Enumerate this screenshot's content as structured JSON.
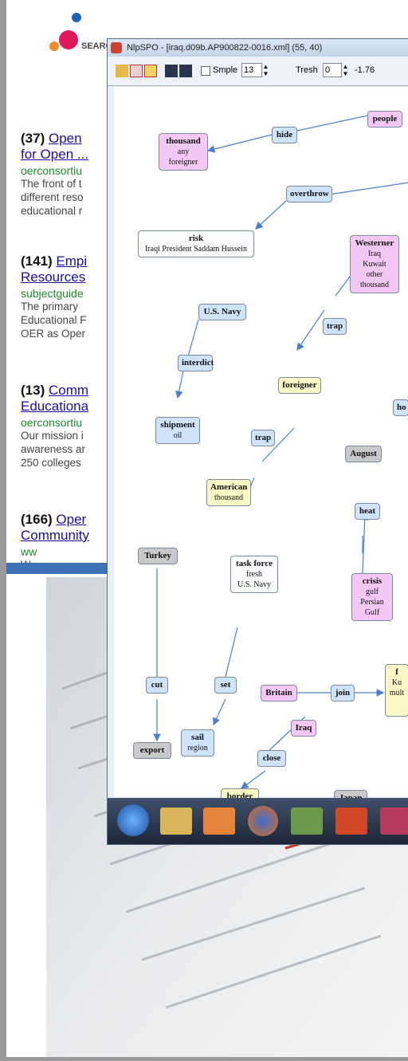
{
  "background_page": {
    "logo_text": "SEARC",
    "results": [
      {
        "num": "(37)",
        "title": "Open",
        "title2": "for Open ...",
        "url": "oerconsortiu",
        "snippet": [
          "The front of t",
          "different reso",
          "educational r"
        ]
      },
      {
        "num": "(141)",
        "title": "Empi",
        "title2": "Resources",
        "url": "subjectguide",
        "snippet": [
          "The primary",
          "Educational F",
          "OER as Oper"
        ]
      },
      {
        "num": "(13)",
        "title": "Comm",
        "title2": "Educationa",
        "url": "oerconsortiu",
        "snippet": [
          "Our mission i",
          "awareness ar",
          "250 colleges"
        ]
      },
      {
        "num": "(166)",
        "title": "Oper",
        "title2": "Community",
        "url": "ww",
        "snippet": [
          "W"
        ]
      }
    ]
  },
  "window": {
    "title": "NlpSPO - [iraq.d09b.AP900822-0016.xml] (55, 40)",
    "toolbar": {
      "simple_label": "Smple",
      "simple_value": "13",
      "tresh_label": "Tresh",
      "tresh_value": "0",
      "tresh_readout": "-1.76"
    }
  },
  "graph": {
    "nodes": {
      "people": {
        "label": "people"
      },
      "hide": {
        "label": "hide"
      },
      "thousand": {
        "label": "thousand",
        "sub": [
          "any",
          "foreigner"
        ]
      },
      "overthrow": {
        "label": "overthrow"
      },
      "risk": {
        "label": "risk",
        "sub": [
          "Iraqi President Saddam Hussein"
        ]
      },
      "westerner": {
        "label": "Westerner",
        "sub": [
          "Iraq",
          "Kuwait",
          "other",
          "thousand"
        ]
      },
      "usnavy": {
        "label": "U.S. Navy"
      },
      "trap1": {
        "label": "trap"
      },
      "interdict": {
        "label": "interdict"
      },
      "foreigner": {
        "label": "foreigner"
      },
      "ho": {
        "label": "ho"
      },
      "shipment": {
        "label": "shipment",
        "sub": [
          "oil"
        ]
      },
      "trap2": {
        "label": "trap"
      },
      "august": {
        "label": "August"
      },
      "american": {
        "label": "American",
        "sub": [
          "thousand"
        ]
      },
      "heat": {
        "label": "heat"
      },
      "turkey": {
        "label": "Turkey"
      },
      "taskforce": {
        "label": "task force",
        "sub": [
          "fresh",
          "U.S. Navy"
        ]
      },
      "crisis": {
        "label": "crisis",
        "sub": [
          "gulf",
          "Persian Gulf"
        ]
      },
      "cut": {
        "label": "cut"
      },
      "set": {
        "label": "set"
      },
      "britain": {
        "label": "Britain"
      },
      "join": {
        "label": "join"
      },
      "f_node": {
        "label": "f",
        "sub": [
          "Ku",
          "mult"
        ]
      },
      "iraq": {
        "label": "Iraq"
      },
      "sail": {
        "label": "sail",
        "sub": [
          "region"
        ]
      },
      "close": {
        "label": "close"
      },
      "export": {
        "label": "export"
      },
      "japan": {
        "label": "Japan"
      },
      "border": {
        "label": "border"
      }
    }
  },
  "colors": {
    "pink_node": "#f4c8f4",
    "blue_node": "#cfe3fb",
    "yellow_node": "#fbf8c6",
    "gray_node": "#c9c9cc",
    "edge": "#4a7fd0",
    "link": "#1a0dab",
    "url": "#1b8a2b"
  },
  "taskbar": {
    "icons": [
      "start-orb-icon",
      "file-explorer-icon",
      "media-player-icon",
      "firefox-icon",
      "people-icon",
      "powerpoint-icon",
      "app-icon"
    ]
  }
}
